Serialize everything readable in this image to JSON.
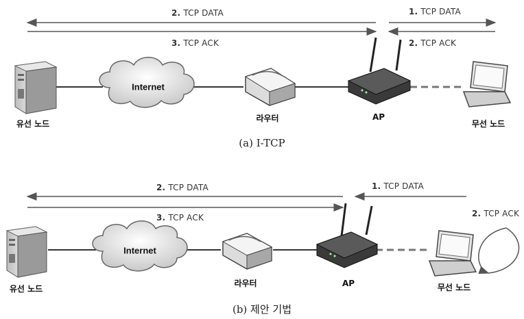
{
  "panel_a": {
    "arrows": {
      "upper_left": {
        "num": "2.",
        "text": "TCP DATA"
      },
      "upper_right": {
        "num": "1.",
        "text": "TCP DATA"
      },
      "lower_left": {
        "num": "3.",
        "text": "TCP ACK"
      },
      "lower_right": {
        "num": "2.",
        "text": "TCP ACK"
      }
    },
    "nodes": {
      "wired": "유선 노드",
      "internet": "Internet",
      "router": "라우터",
      "ap": "AP",
      "wireless": "무선 노드"
    },
    "caption": "(a) I-TCP"
  },
  "panel_b": {
    "arrows": {
      "upper_left": {
        "num": "2.",
        "text": "TCP DATA"
      },
      "upper_right": {
        "num": "1.",
        "text": "TCP DATA"
      },
      "lower_left": {
        "num": "3.",
        "text": "TCP ACK"
      },
      "loop": {
        "num": "2.",
        "text": "TCP ACK"
      }
    },
    "nodes": {
      "wired": "유선 노드",
      "internet": "Internet",
      "router": "라우터",
      "ap": "AP",
      "wireless": "무선 노드"
    },
    "caption": "(b) 제안 기법"
  },
  "colors": {
    "arrow": "#555555",
    "link": "#333333",
    "wireless_link": "#777777"
  },
  "icons": [
    "server-icon",
    "cloud-icon",
    "router-icon",
    "access-point-icon",
    "laptop-icon"
  ]
}
